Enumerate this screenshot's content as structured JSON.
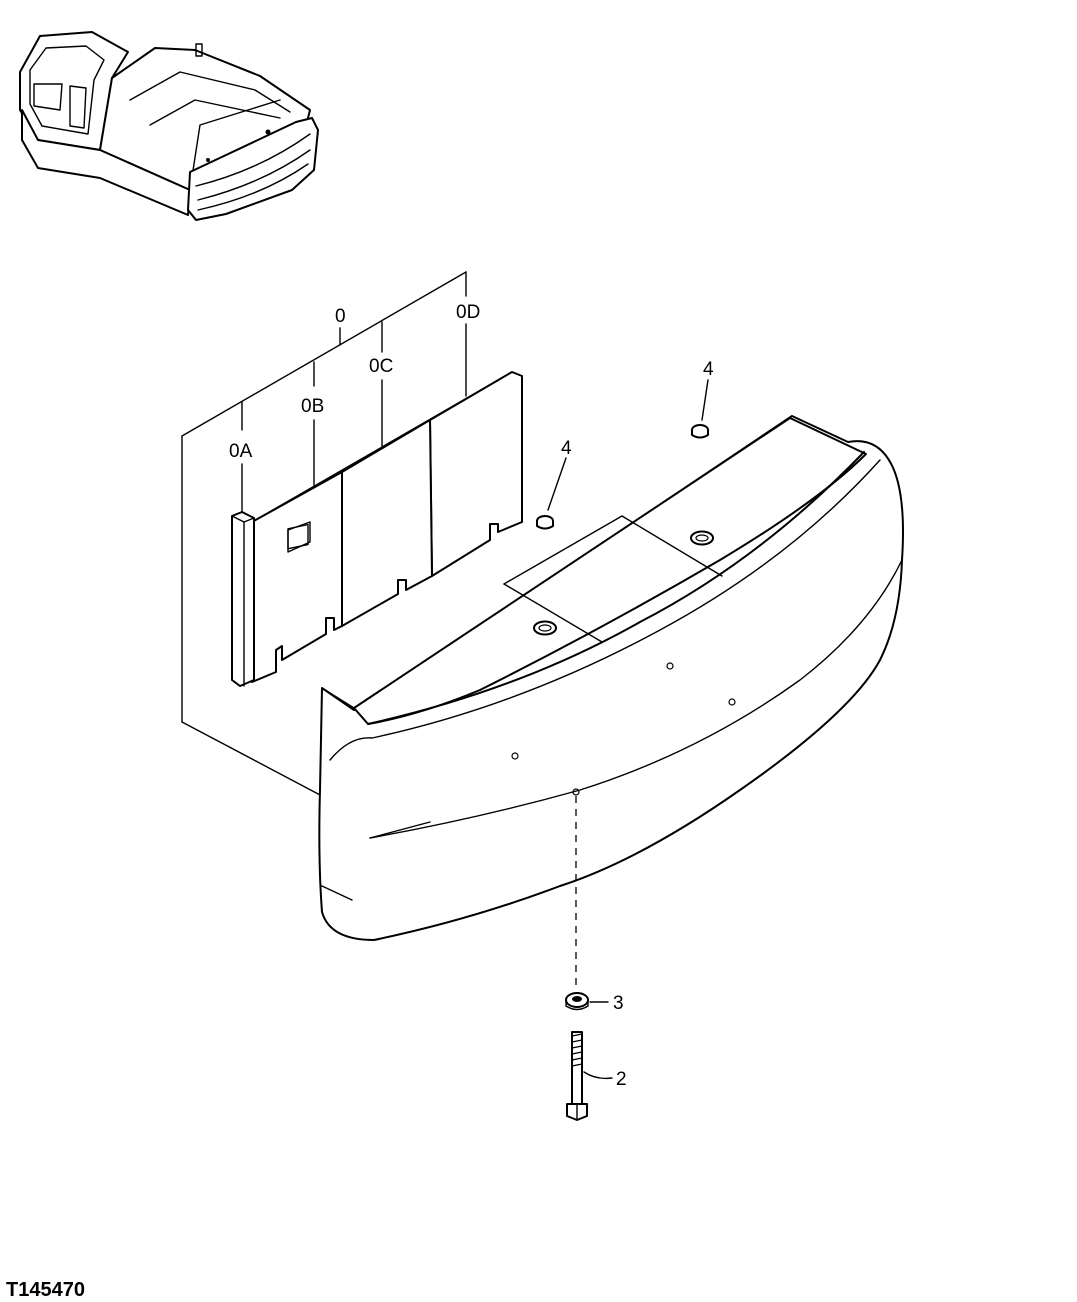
{
  "figure_id": "T145470",
  "callouts": {
    "c0": "0",
    "c0a": "0A",
    "c0b": "0B",
    "c0c": "0C",
    "c0d": "0D",
    "c4a": "4",
    "c4b": "4",
    "c3": "3",
    "c2": "2"
  },
  "icons": {
    "overview": "excavator-overview-icon",
    "counterweight": "counterweight-icon",
    "weight_plates": "weight-plate-stack-icon",
    "plug": "plug-icon",
    "washer": "washer-icon",
    "bolt": "bolt-icon"
  }
}
